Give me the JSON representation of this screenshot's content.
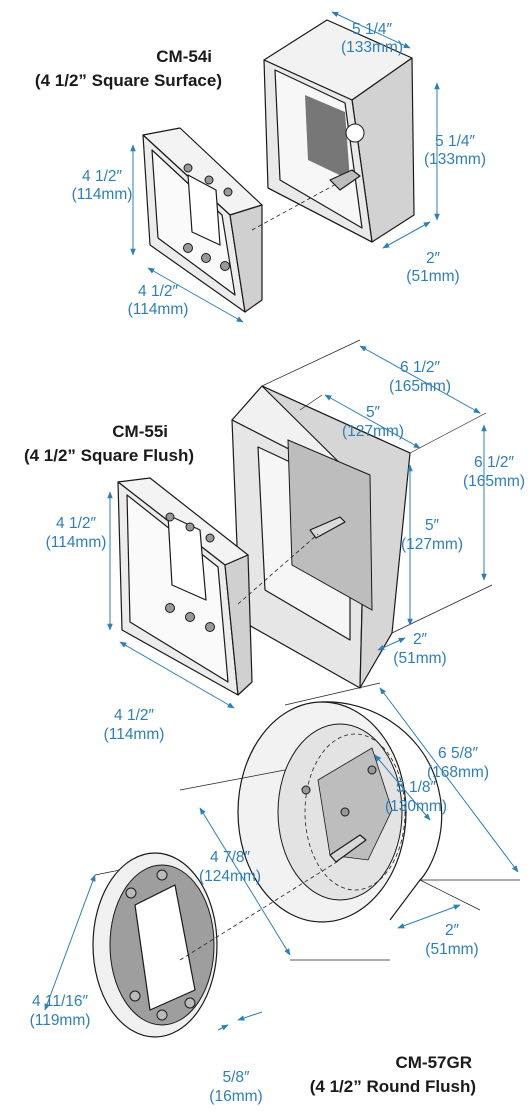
{
  "models": {
    "cm54i": {
      "name": "CM-54i",
      "desc": "(4 1/2” Square Surface)"
    },
    "cm55i": {
      "name": "CM-55i",
      "desc": "(4 1/2” Square Flush)"
    },
    "cm57gr": {
      "name": "CM-57GR",
      "desc": "(4 1/2” Round Flush)"
    }
  },
  "dims": {
    "cm54i_top": [
      "5 1/4″",
      "(133mm)"
    ],
    "cm54i_height": [
      "5 1/4″",
      "(133mm)"
    ],
    "cm54i_depth": [
      "2″",
      "(51mm)"
    ],
    "cm54i_plate_h": [
      "4 1/2″",
      "(114mm)"
    ],
    "cm54i_plate_w": [
      "4 1/2″",
      "(114mm)"
    ],
    "cm55i_top": [
      "6 1/2″",
      "(165mm)"
    ],
    "cm55i_inner_top": [
      "5″",
      "(127mm)"
    ],
    "cm55i_height": [
      "6 1/2″",
      "(165mm)"
    ],
    "cm55i_inner_h": [
      "5″",
      "(127mm)"
    ],
    "cm55i_depth": [
      "2″",
      "(51mm)"
    ],
    "cm55i_plate_h": [
      "4 1/2″",
      "(114mm)"
    ],
    "cm55i_plate_w": [
      "4 1/2″",
      "(114mm)"
    ],
    "cm57gr_outer": [
      "6 5/8″",
      "(168mm)"
    ],
    "cm57gr_inner": [
      "5 1/8″",
      "(130mm)"
    ],
    "cm57gr_plate_inner": [
      "4 7/8″",
      "(124mm)"
    ],
    "cm57gr_depth": [
      "2″",
      "(51mm)"
    ],
    "cm57gr_plate_dia": [
      "4 11/16″",
      "(119mm)"
    ],
    "cm57gr_plate_thk": [
      "5/8″",
      "(16mm)"
    ]
  }
}
